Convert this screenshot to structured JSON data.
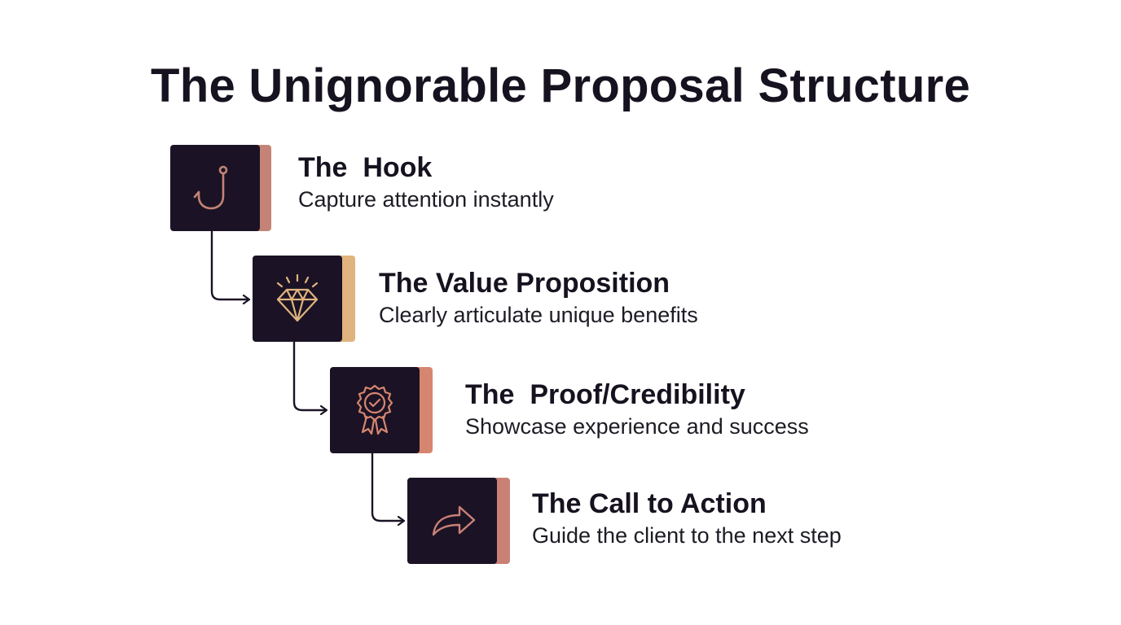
{
  "title": "The Unignorable Proposal Structure",
  "colors": {
    "card": "#1b1325",
    "hook_accent": "#c48376",
    "value_accent": "#e0b47e",
    "proof_accent": "#d6866f",
    "action_accent": "#c98176",
    "text": "#17121f"
  },
  "steps": [
    {
      "title": "The  Hook",
      "description": "Capture attention instantly",
      "icon": "hook-icon"
    },
    {
      "title": "The Value Proposition",
      "description": "Clearly articulate unique benefits",
      "icon": "diamond-icon"
    },
    {
      "title": "The  Proof/Credibility",
      "description": "Showcase experience and success",
      "icon": "award-badge-icon"
    },
    {
      "title": "The Call to Action",
      "description": "Guide the client to the next step",
      "icon": "arrow-forward-icon"
    }
  ]
}
